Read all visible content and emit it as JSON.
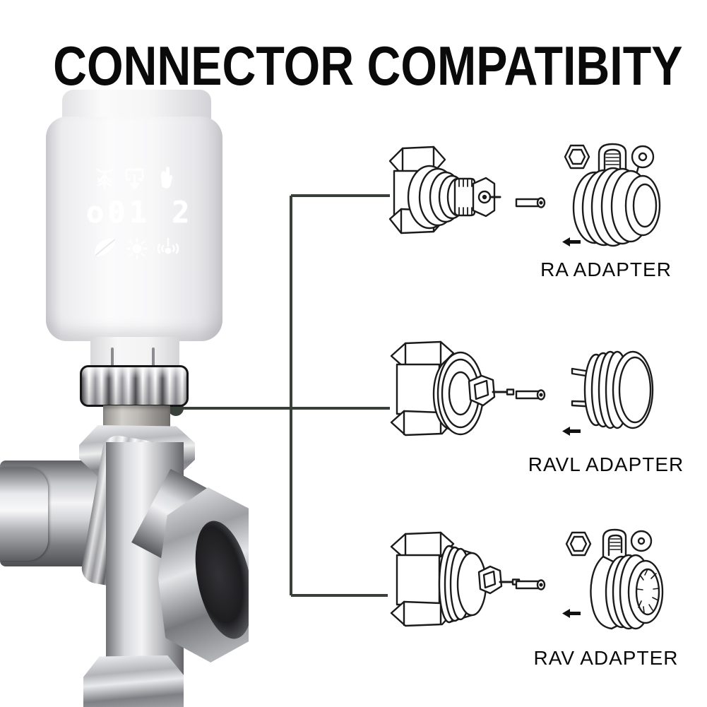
{
  "title": "CONNECTOR COMPATIBITY",
  "device": {
    "kind": "smart radiator thermostat head on chrome valve body",
    "display": {
      "top_icons": [
        "frost-protection-icon",
        "open-window-icon",
        "manual-hand-icon"
      ],
      "reading": "o01 2",
      "bottom_icons": [
        "eco-leaf-icon",
        "comfort-sun-icon",
        "signal-icon"
      ]
    }
  },
  "compat_rows": [
    {
      "valve": "RA valve",
      "pin": "adapter-pin",
      "adapter_label": "RA ADAPTER"
    },
    {
      "valve": "RAVL valve",
      "pin": "adapter-pin",
      "adapter_label": "RAVL ADAPTER"
    },
    {
      "valve": "RAV valve",
      "pin": "adapter-pin",
      "adapter_label": "RAV ADAPTER"
    }
  ],
  "colors": {
    "background": "#ffffff",
    "connector_line": "#394039",
    "drawing_stroke": "#1b1b1b",
    "label_text": "#0a0a0a",
    "arrow": "#111111"
  }
}
